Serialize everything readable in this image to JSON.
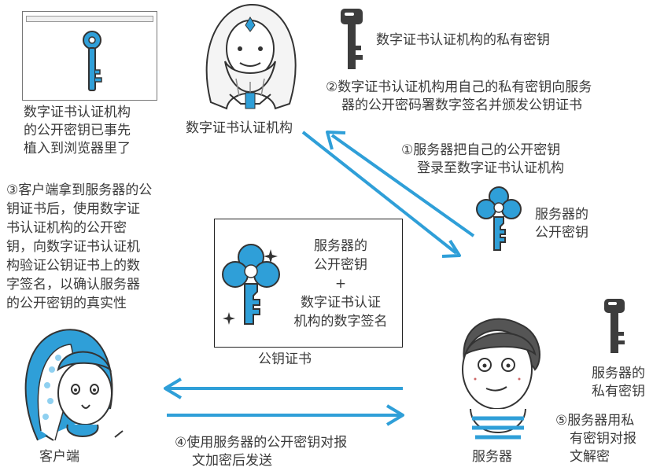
{
  "texts": {
    "browser_caption_1": "数字证书认证机构",
    "browser_caption_2": "的公开密钥已事先",
    "browser_caption_3": "植入到浏览器里了",
    "ca_label": "数字证书认证机构",
    "ca_private_key_label": "数字证书认证机构的私有密钥",
    "step2_line1": "②数字证书认证机构用自己的私有密钥向服务",
    "step2_line2": "器的公开密码署数字签名并颁发公钥证书",
    "step1_line1": "①服务器把自己的公开密钥",
    "step1_line2": "登录至数字证书认证机构",
    "server_pubkey_line1": "服务器的",
    "server_pubkey_line2": "公开密钥",
    "step3_line1": "③客户端拿到服务器的公",
    "step3_line2": "钥证书后，使用数字证",
    "step3_line3": "书认证机构的公开密",
    "step3_line4": "钥，向数字证书认证机",
    "step3_line5": "构验证公钥证书上的数",
    "step3_line6": "字签名，以确认服务器",
    "step3_line7": "的公开密钥的真实性",
    "cert_line1": "服务器的",
    "cert_line2": "公开密钥",
    "cert_plus": "+",
    "cert_line3": "数字证书认证",
    "cert_line4": "机构的数字签名",
    "cert_label": "公钥证书",
    "server_privkey_line1": "服务器的",
    "server_privkey_line2": "私有密钥",
    "step5_line1": "⑤服务器用私",
    "step5_line2": "有密钥对报",
    "step5_line3": "文解密",
    "step4_line1": "④使用服务器的公开密钥对报",
    "step4_line2": "文加密后发送",
    "client_label": "客户端",
    "server_label": "服务器"
  },
  "colors": {
    "accent_blue": "#2f9fd8",
    "dark_key": "#3d3d3d",
    "text": "#3a3a3a"
  },
  "icons": [
    "key-icon",
    "private-key-icon",
    "public-key-icon",
    "sparkle-icon",
    "arrow-icon"
  ]
}
